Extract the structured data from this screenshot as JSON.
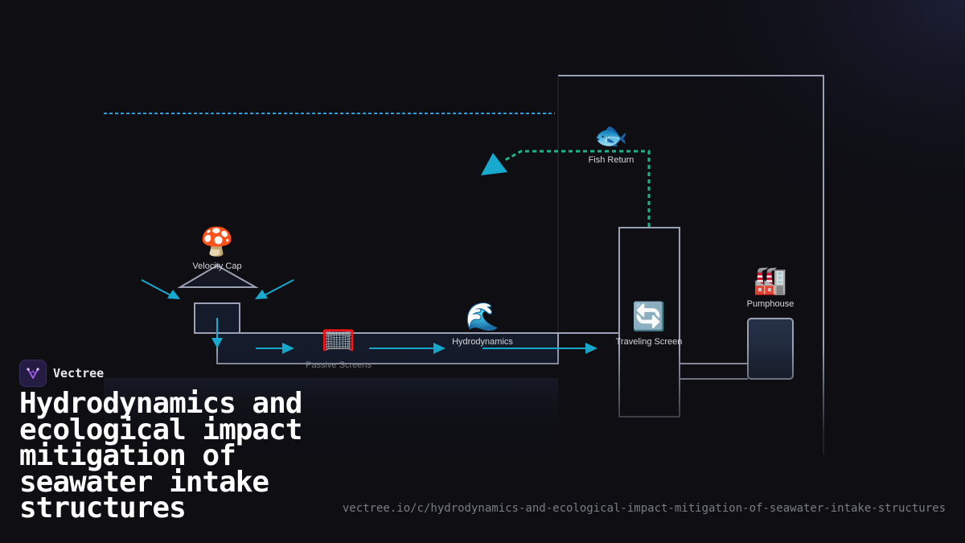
{
  "diagram": {
    "nodes": {
      "fish_return": {
        "label": "Fish Return",
        "icon": "fish-icon",
        "glyph": "🐟"
      },
      "velocity_cap": {
        "label": "Velocity Cap",
        "icon": "mushroom-icon",
        "glyph": "🍄"
      },
      "passive_screens": {
        "label": "Passive Screens",
        "icon": "net-icon",
        "glyph": "🥅"
      },
      "hydrodynamics": {
        "label": "Hydrodynamics",
        "icon": "wave-icon",
        "glyph": "🌊"
      },
      "traveling_screen": {
        "label": "Traveling Screen",
        "icon": "rotating-arrows-icon",
        "glyph": "🔄"
      },
      "pumphouse": {
        "label": "Pumphouse",
        "icon": "factory-icon",
        "glyph": "🏭"
      }
    },
    "colors": {
      "outline": "#9aa1b4",
      "flow_arrow": "#18a9cf",
      "fish_return_path": "#19b58a",
      "water_level": "#2b9fe0"
    }
  },
  "brand": {
    "name": "Vectree",
    "logo_icon": "vectree-logo-icon"
  },
  "title": "Hydrodynamics and ecological impact mitigation of seawater intake structures",
  "url": "vectree.io/c/hydrodynamics-and-ecological-impact-mitigation-of-seawater-intake-structures"
}
